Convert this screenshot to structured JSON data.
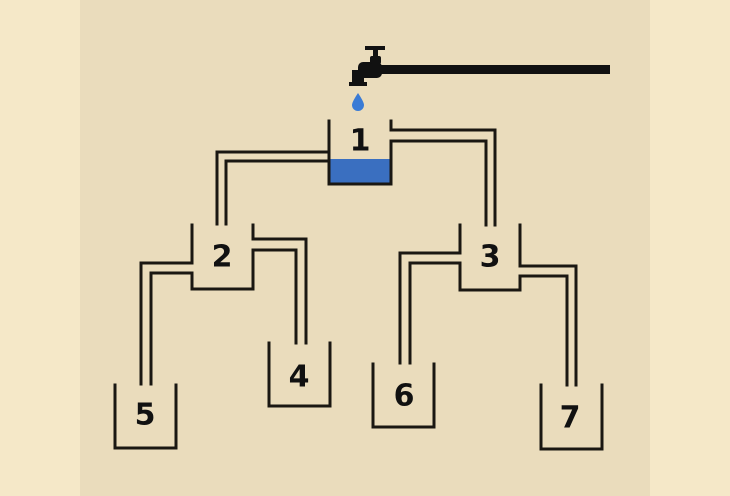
{
  "colors": {
    "water": "#3a6fc0",
    "background": "#eadcbc",
    "lines": "#1a1712"
  },
  "icons": {
    "faucet": "faucet-icon",
    "drop": "water-drop-icon"
  },
  "tanks": [
    {
      "label": "1",
      "has_water": true
    },
    {
      "label": "2"
    },
    {
      "label": "3"
    },
    {
      "label": "4"
    },
    {
      "label": "5"
    },
    {
      "label": "6"
    },
    {
      "label": "7"
    }
  ]
}
